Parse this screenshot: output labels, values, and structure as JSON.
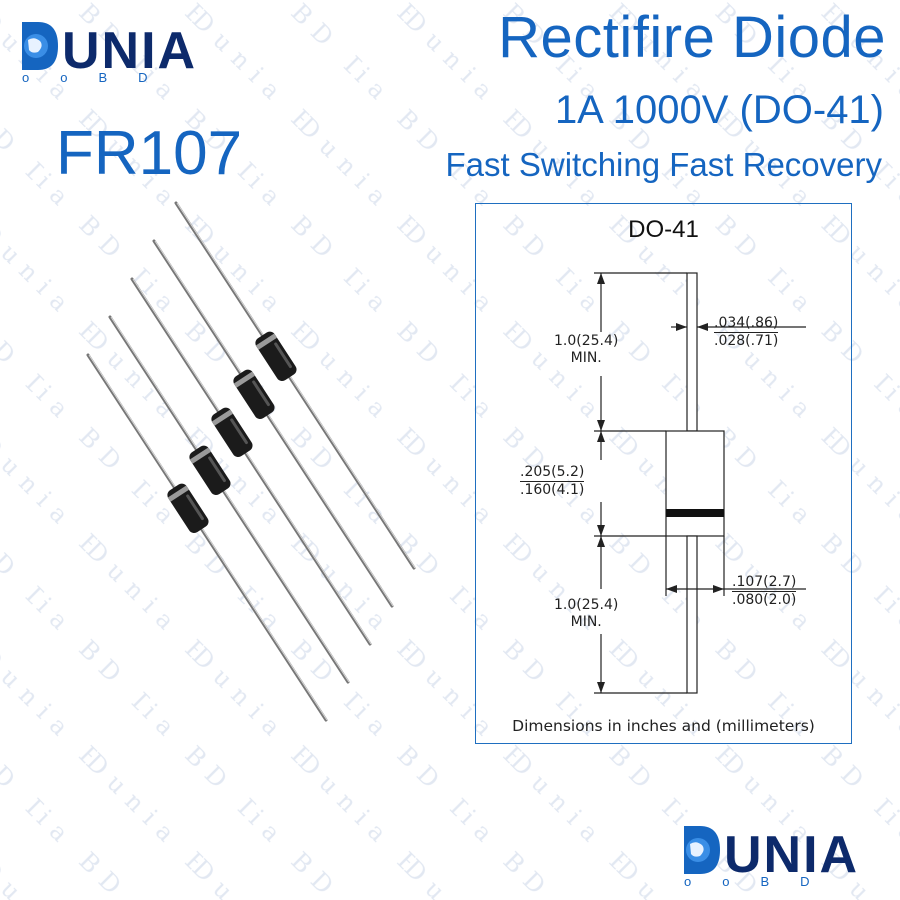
{
  "brand": {
    "name": "DUNIA",
    "sub": "o o B D",
    "watermark": "Dunia BD",
    "colors": {
      "primary": "#1565c0",
      "dark": "#0d2a6b",
      "globe": "#3a8ee6"
    }
  },
  "header": {
    "title": "Rectifire Diode",
    "subtitle": "1A 1000V (DO-41)",
    "tagline": "Fast Switching Fast Recovery"
  },
  "product": {
    "part_number": "FR107",
    "photo_icon": "axial-diode-icon",
    "photo_count": 5
  },
  "diagram": {
    "package": "DO-41",
    "lead_length": {
      "line1": "1.0(25.4)",
      "line2": "MIN."
    },
    "lead_diameter": {
      "max": ".034(.86)",
      "min": ".028(.71)"
    },
    "body_length": {
      "max": ".205(5.2)",
      "min": ".160(4.1)"
    },
    "lead_length_bottom": {
      "line1": "1.0(25.4)",
      "line2": "MIN."
    },
    "body_diameter": {
      "max": ".107(2.7)",
      "min": ".080(2.0)"
    },
    "note": "Dimensions in inches and (millimeters)"
  }
}
